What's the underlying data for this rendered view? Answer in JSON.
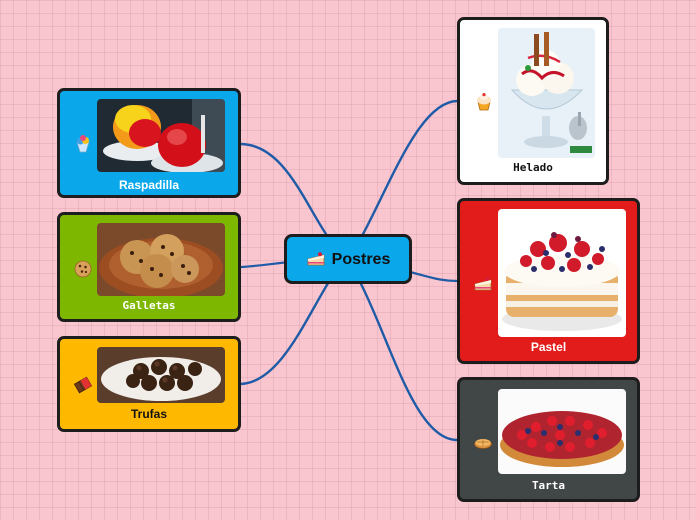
{
  "colors": {
    "background": "#f9c6d0",
    "link": "#1f5ba6",
    "central": "#0ba7eb",
    "raspadilla": "#0ba7eb",
    "galletas": "#7db700",
    "trufas": "#ffb800",
    "helado": "#ffffff",
    "pastel": "#e21b1b",
    "tarta": "#414646"
  },
  "central": {
    "title": "Postres",
    "icon": "cake-slice-icon"
  },
  "nodes": {
    "raspadilla": {
      "label": "Raspadilla",
      "icon": "shaved-ice-icon",
      "image": "shaved-ice-photo"
    },
    "galletas": {
      "label": "Galletas",
      "icon": "cookie-icon",
      "image": "chocolate-chip-cookies-photo"
    },
    "trufas": {
      "label": "Trufas",
      "icon": "chocolate-bar-icon",
      "image": "chocolate-truffles-photo"
    },
    "helado": {
      "label": "Helado",
      "icon": "cupcake-icon",
      "image": "ice-cream-sundae-photo"
    },
    "pastel": {
      "label": "Pastel",
      "icon": "cake-slice-icon",
      "image": "berry-layer-cake-photo"
    },
    "tarta": {
      "label": "Tarta",
      "icon": "pie-icon",
      "image": "berry-tart-photo"
    }
  }
}
